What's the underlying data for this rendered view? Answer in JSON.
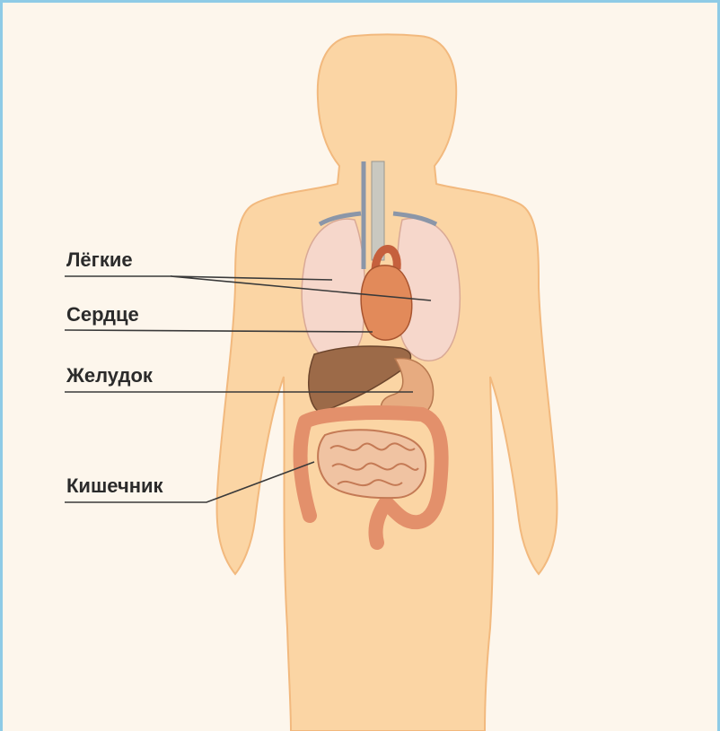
{
  "labels": {
    "lungs": "Лёгкие",
    "heart": "Сердце",
    "stomach": "Желудок",
    "intestine": "Кишечник"
  },
  "colors": {
    "border": "#8ecbe6",
    "body": "#fbd5a4",
    "body_outline": "#f2b97e",
    "lungs": "#f6d7cb",
    "heart": "#e28a5a",
    "liver": "#9c6a48",
    "stomach": "#e7ab80",
    "intestine": "#e9a07c",
    "trachea": "#c9c8c0",
    "leader_line": "#3a3a3a"
  }
}
